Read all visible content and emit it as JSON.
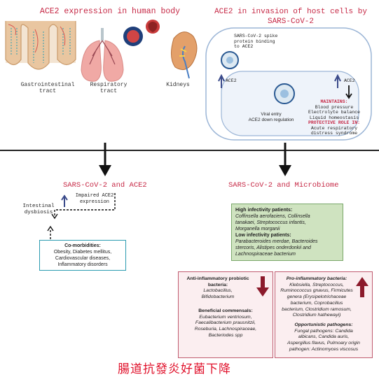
{
  "top": {
    "left_title": "ACE2 expression in human body",
    "right_title_line1": "ACE2 in invasion of host cells by",
    "right_title_line2": "SARS-CoV-2",
    "organs": [
      {
        "name": "gastro",
        "label_line1": "Gastrointestinal",
        "label_line2": "tract"
      },
      {
        "name": "respiratory",
        "label_line1": "Respiratory",
        "label_line2": "tract"
      },
      {
        "name": "kidneys",
        "label_line1": "Kidneys",
        "label_line2": ""
      }
    ],
    "cell": {
      "spike_line1": "SARS-CoV-2 spike",
      "spike_line2": "protein binding",
      "spike_line3": "to ACE2",
      "ace2_left": "ACE2",
      "ace2_right": "ACE2",
      "viral_entry_line1": "Viral entry",
      "viral_entry_line2": "ACE2 down regulation",
      "maintains": "MAINTAINS:",
      "maintains_items": [
        "Blood pressure",
        "Electrolyte balance",
        "Liquid homeostasis"
      ],
      "protective": "PROTECTIVE ROLE IN:",
      "protective_items": [
        "Acute respiratory",
        "distress syndrome"
      ]
    }
  },
  "left_section": {
    "title": "SARS-CoV-2 and ACE2",
    "impaired_line1": "Impaired ACE2",
    "impaired_line2": "expression",
    "dysbiosis_line1": "Intestinal",
    "dysbiosis_line2": "dysbiosis",
    "comorbid_title": "Co-morbidities:",
    "comorbid_lines": [
      "Obesity, Diabetes mellitus,",
      "Cardiovascular diseases,",
      "Inflammatory disorders"
    ]
  },
  "right_section": {
    "title": "SARS-CoV-2 and Microbiome",
    "high_title": "High infectivity patients:",
    "high_lines": [
      "Coffinsella aerofaciens, Collinsella",
      "tanakaei, Streptococcus infantis,",
      "Morganella morganii"
    ],
    "low_title": "Low infectivity patients:",
    "low_lines": [
      "Parabacteroides merdae, Bacteroides",
      "stercoris, Alistipes onderdonkii and",
      "Lachnospiraceae bacterium"
    ]
  },
  "bottom": {
    "anti_title_line1": "Anti-inflammatory probiotic",
    "anti_title_line2": "bacteria:",
    "anti_items": [
      "Lactobacillus,",
      "Bifidobacterium"
    ],
    "commensal_title": "Beneficial commensals:",
    "commensal_items": [
      "Eubacterium ventriosum,",
      "Faecalibacterium prausnitzii,",
      "Roseburia, Lachnospiraceae,",
      "Bacteriodes spp"
    ],
    "pro_title": "Pro-inflammatory bacteria:",
    "pro_items": [
      "Klebsiella, Streptococcus,",
      "Ruminococcus gnavus, Firmicutes",
      "genera (Erysipelotrichaceae",
      "bacterium, Coprobacillus",
      "bacterium, Clostridium ramosum,",
      "Clostridium hathewayi)"
    ],
    "opp_title": "Opportunistic pathogens:",
    "opp_items": [
      "Fungal pathogens: Candida",
      "albicans, Candida auris,",
      "Aspergillus flavus, Pulmoary origin",
      "pathogen: Actinomyces viscosus"
    ],
    "chinese_caption": "腸道抗發炎好菌下降"
  },
  "colors": {
    "accent_red": "#c62845",
    "teal": "#2a9bb0",
    "green_fill": "#cfe3c0",
    "pink_fill": "#fbeef0",
    "arrow_maroon": "#8b1a2b"
  }
}
